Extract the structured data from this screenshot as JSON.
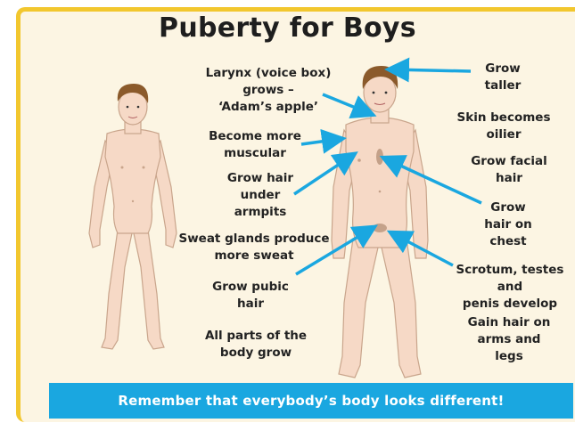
{
  "title": "Puberty for Boys",
  "labels": {
    "larynx": "Larynx (voice box)\ngrows –\n‘Adam’s apple’",
    "muscular": "Become more\nmuscular",
    "armpits": "Grow hair\nunder\narmpits",
    "sweat": "Sweat glands produce\nmore sweat",
    "pubic": "Grow pubic\nhair",
    "body_grow": "All parts of the\nbody grow",
    "taller": "Grow\ntaller",
    "skin": "Skin becomes\noilier",
    "facial": "Grow facial\nhair",
    "chest": "Grow\nhair on\nchest",
    "scrotum": "Scrotum, testes and\npenis develop",
    "arms_legs": "Gain hair on\narms and\nlegs"
  },
  "banner": "Remember that everybody’s body looks different!",
  "colors": {
    "accent": "#1aa7e0",
    "border": "#f2c72e",
    "background": "#fcf5e3",
    "skin": "#f6d9c6",
    "hair": "#8b5a2b"
  }
}
